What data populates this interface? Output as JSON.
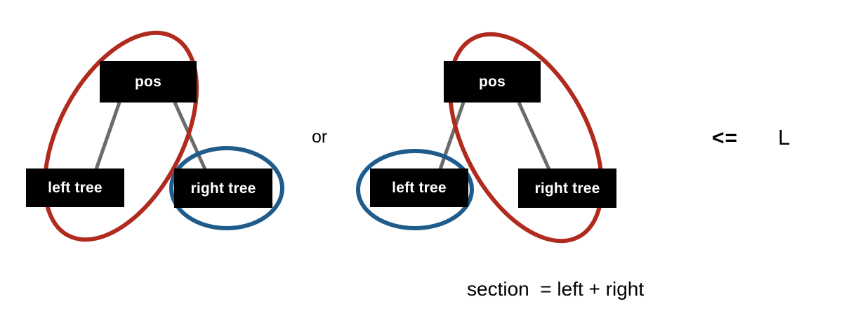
{
  "diagram": {
    "title_text_bottom": "section  = left + right",
    "connector_text": "or",
    "bound_operator": "<=",
    "bound_symbol": "L",
    "colors": {
      "highlight_red": "#b02b1e",
      "highlight_blue": "#1f5c8b",
      "node_fill": "#000000",
      "node_text": "#ffffff",
      "edge": "#6b6b6b",
      "background": "#ffffff"
    },
    "variants": [
      {
        "id": "variant-left",
        "nodes": {
          "root": "pos",
          "left_child": "left tree",
          "right_child": "right tree"
        },
        "red_group_label": "pos + left tree",
        "blue_group_label": "right tree"
      },
      {
        "id": "variant-right",
        "nodes": {
          "root": "pos",
          "left_child": "left tree",
          "right_child": "right tree"
        },
        "red_group_label": "pos + right tree",
        "blue_group_label": "left tree"
      }
    ]
  }
}
